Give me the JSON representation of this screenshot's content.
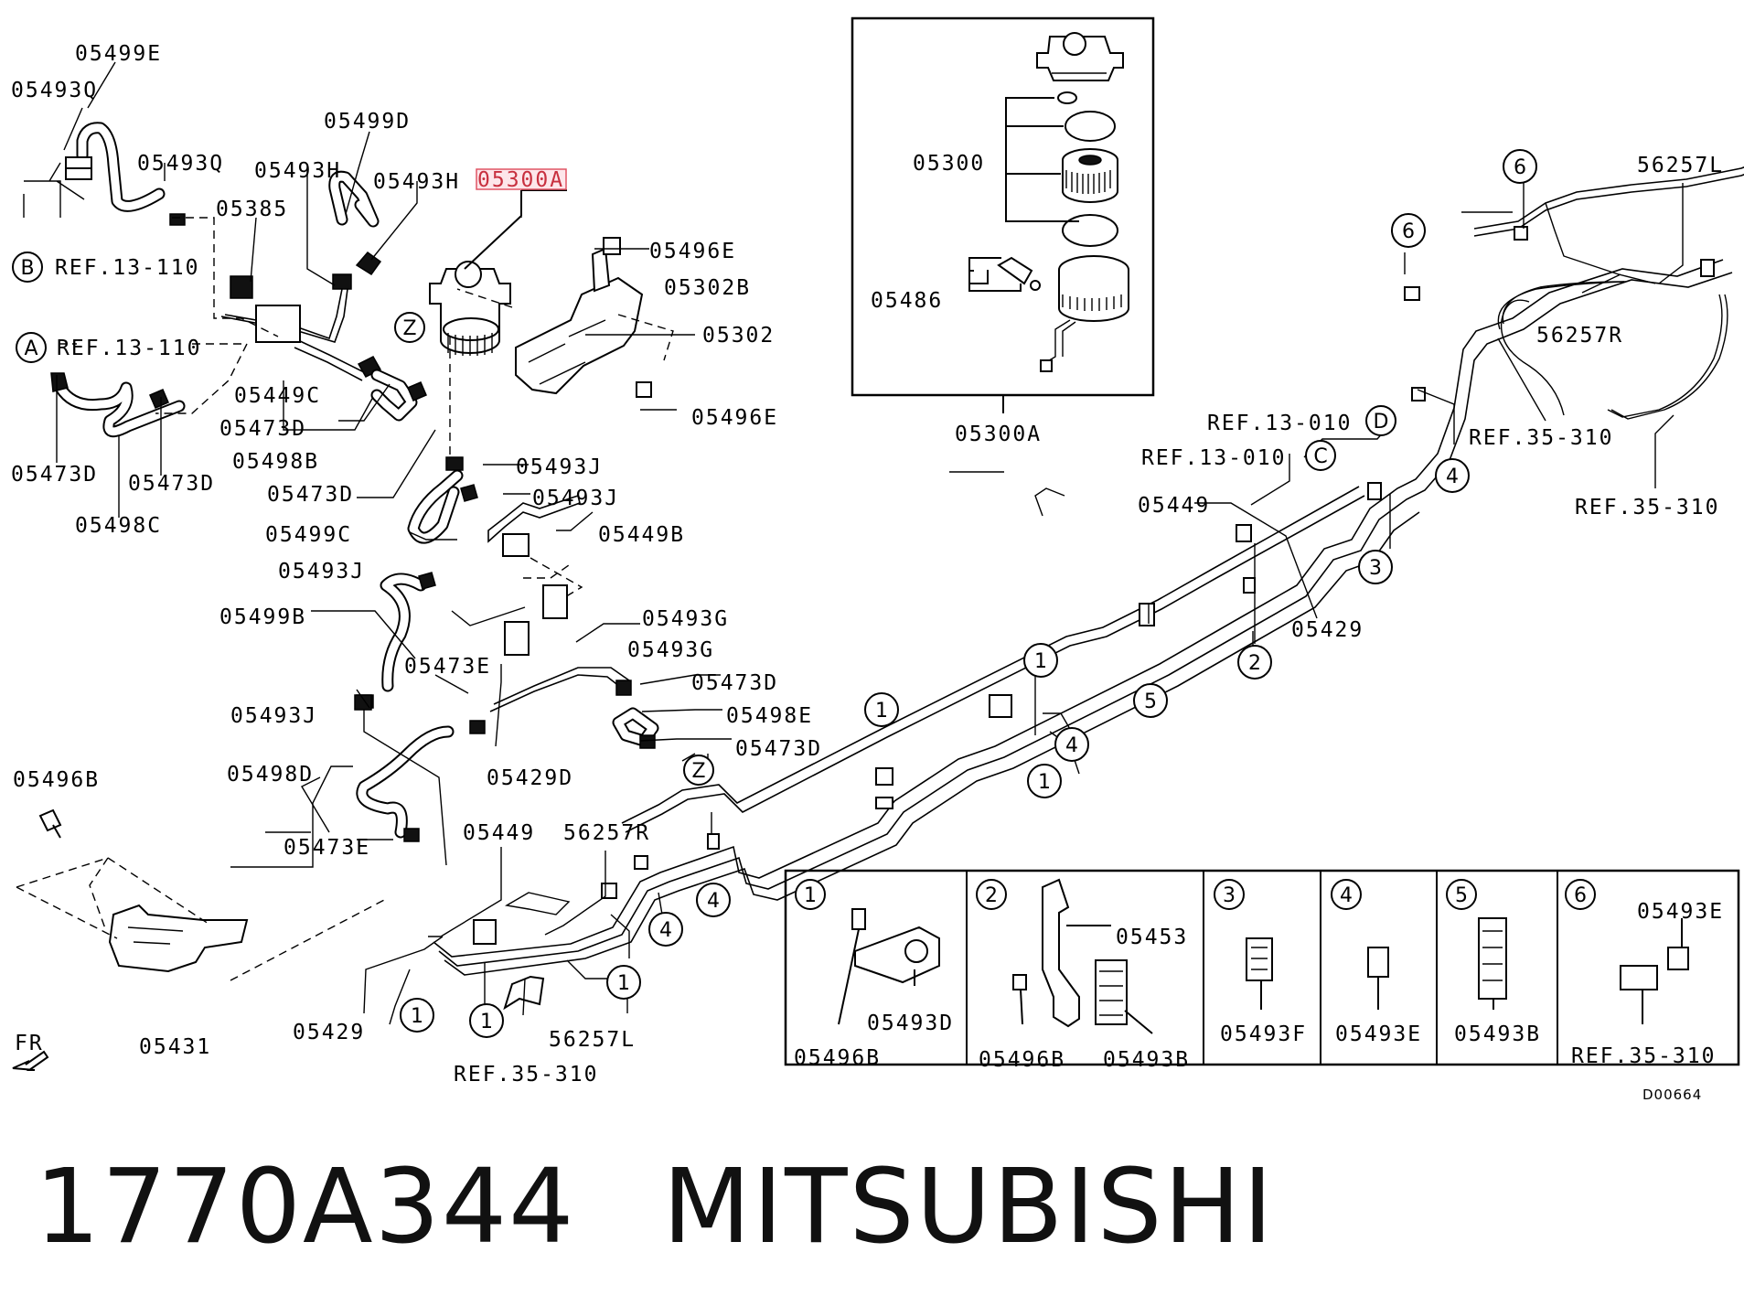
{
  "highlighted_part": "05300A",
  "callouts": [
    {
      "id": "c01",
      "text": "05499E"
    },
    {
      "id": "c02",
      "text": "05493Q"
    },
    {
      "id": "c03",
      "text": "05493Q"
    },
    {
      "id": "c04",
      "text": "REF.13-110"
    },
    {
      "id": "c05",
      "text": "REF.13-110"
    },
    {
      "id": "c06",
      "text": "05385"
    },
    {
      "id": "c07",
      "text": "05499D"
    },
    {
      "id": "c08",
      "text": "05493H"
    },
    {
      "id": "c09",
      "text": "05493H"
    },
    {
      "id": "c10",
      "text": "05300A"
    },
    {
      "id": "c11",
      "text": "05496E"
    },
    {
      "id": "c12",
      "text": "05302B"
    },
    {
      "id": "c13",
      "text": "05302"
    },
    {
      "id": "c14",
      "text": "05496E"
    },
    {
      "id": "c15",
      "text": "05449C"
    },
    {
      "id": "c16",
      "text": "05473D"
    },
    {
      "id": "c17",
      "text": "05498B"
    },
    {
      "id": "c18",
      "text": "05473D"
    },
    {
      "id": "c19",
      "text": "05473D"
    },
    {
      "id": "c20",
      "text": "05473D"
    },
    {
      "id": "c21",
      "text": "05498C"
    },
    {
      "id": "c22",
      "text": "05493J"
    },
    {
      "id": "c23",
      "text": "05493J"
    },
    {
      "id": "c24",
      "text": "05499C"
    },
    {
      "id": "c25",
      "text": "05449B"
    },
    {
      "id": "c26",
      "text": "05493J"
    },
    {
      "id": "c27",
      "text": "05499B"
    },
    {
      "id": "c28",
      "text": "05493G"
    },
    {
      "id": "c29",
      "text": "05493G"
    },
    {
      "id": "c30",
      "text": "05473E"
    },
    {
      "id": "c31",
      "text": "05473D"
    },
    {
      "id": "c32",
      "text": "05498E"
    },
    {
      "id": "c33",
      "text": "05473D"
    },
    {
      "id": "c34",
      "text": "05493J"
    },
    {
      "id": "c35",
      "text": "05429D"
    },
    {
      "id": "c36",
      "text": "05498D"
    },
    {
      "id": "c37",
      "text": "05496B"
    },
    {
      "id": "c38",
      "text": "05473E"
    },
    {
      "id": "c39",
      "text": "05449"
    },
    {
      "id": "c40",
      "text": "56257R"
    },
    {
      "id": "c41",
      "text": "05429"
    },
    {
      "id": "c42",
      "text": "05431"
    },
    {
      "id": "c43",
      "text": "56257L"
    },
    {
      "id": "c44",
      "text": "REF.35-310"
    },
    {
      "id": "c45",
      "text": "05300"
    },
    {
      "id": "c46",
      "text": "05486"
    },
    {
      "id": "c47",
      "text": "05300A"
    },
    {
      "id": "c48",
      "text": "56257L"
    },
    {
      "id": "c49",
      "text": "56257R"
    },
    {
      "id": "c50",
      "text": "REF.35-310"
    },
    {
      "id": "c51",
      "text": "REF.35-310"
    },
    {
      "id": "c52",
      "text": "REF.13-010"
    },
    {
      "id": "c53",
      "text": "REF.13-010"
    },
    {
      "id": "c54",
      "text": "05449"
    },
    {
      "id": "c55",
      "text": "05429"
    },
    {
      "id": "c56",
      "text": "FR"
    },
    {
      "id": "c57",
      "text": "05496B"
    },
    {
      "id": "c58",
      "text": "05493D"
    },
    {
      "id": "c59",
      "text": "05453"
    },
    {
      "id": "c60",
      "text": "05496B"
    },
    {
      "id": "c61",
      "text": "05493B"
    },
    {
      "id": "c62",
      "text": "05493F"
    },
    {
      "id": "c63",
      "text": "05493E"
    },
    {
      "id": "c64",
      "text": "05493B"
    },
    {
      "id": "c65",
      "text": "05493E"
    },
    {
      "id": "c66",
      "text": "REF.35-310"
    },
    {
      "id": "c67",
      "text": "D00664"
    }
  ],
  "letter_markers": [
    "B",
    "A",
    "Z",
    "Z",
    "C",
    "D"
  ],
  "number_markers": [
    "1",
    "1",
    "1",
    "1",
    "1",
    "1",
    "2",
    "3",
    "4",
    "4",
    "4",
    "4",
    "5",
    "6",
    "6"
  ],
  "detail_panels": [
    "1",
    "2",
    "3",
    "4",
    "5",
    "6"
  ],
  "footer": {
    "part_number": "1770A344",
    "brand": "MITSUBISHI"
  }
}
